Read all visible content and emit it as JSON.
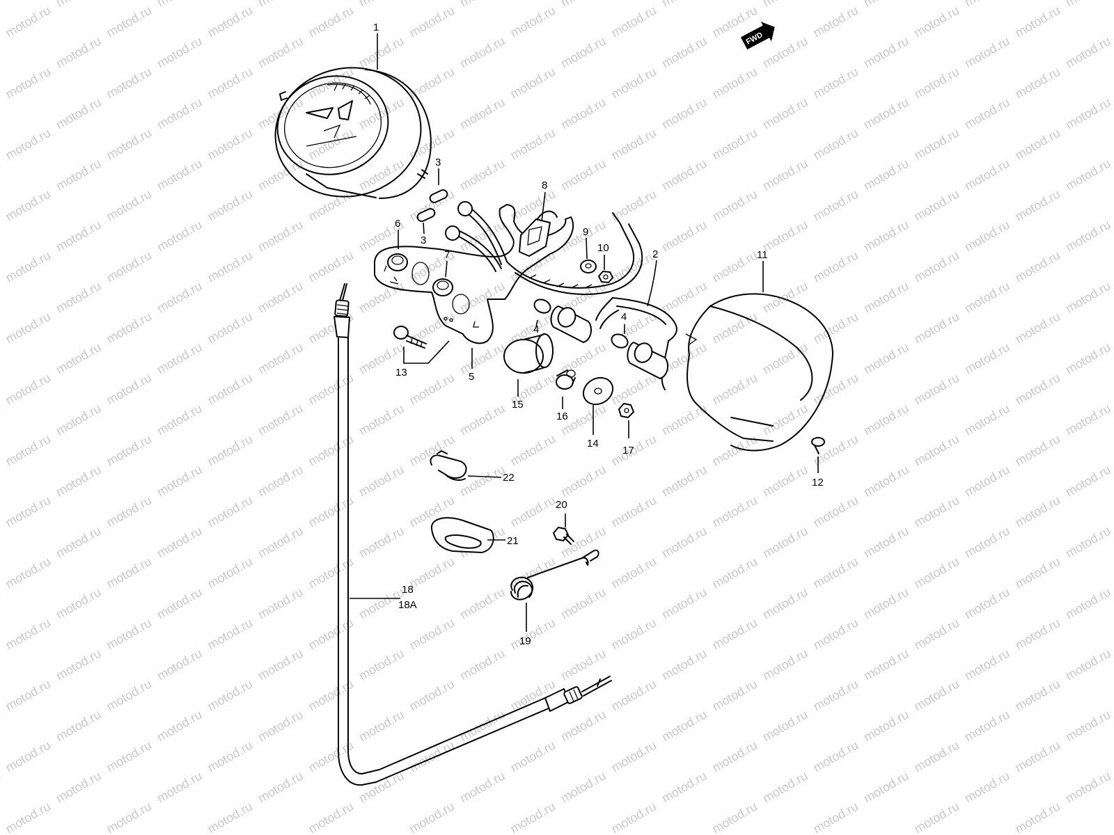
{
  "watermark": {
    "text": "motod.ru"
  },
  "direction_badge": {
    "text": "FWD"
  },
  "callouts": [
    {
      "id": "1",
      "label": "1"
    },
    {
      "id": "2",
      "label": "2"
    },
    {
      "id": "3a",
      "label": "3"
    },
    {
      "id": "3b",
      "label": "3"
    },
    {
      "id": "4a",
      "label": "4"
    },
    {
      "id": "4b",
      "label": "4"
    },
    {
      "id": "5",
      "label": "5"
    },
    {
      "id": "6",
      "label": "6"
    },
    {
      "id": "7",
      "label": "7"
    },
    {
      "id": "8",
      "label": "8"
    },
    {
      "id": "9",
      "label": "9"
    },
    {
      "id": "10",
      "label": "10"
    },
    {
      "id": "11",
      "label": "11"
    },
    {
      "id": "12",
      "label": "12"
    },
    {
      "id": "13",
      "label": "13"
    },
    {
      "id": "14",
      "label": "14"
    },
    {
      "id": "15",
      "label": "15"
    },
    {
      "id": "16",
      "label": "16"
    },
    {
      "id": "17",
      "label": "17"
    },
    {
      "id": "18",
      "label": "18"
    },
    {
      "id": "18A",
      "label": "18A"
    },
    {
      "id": "19",
      "label": "19"
    },
    {
      "id": "20",
      "label": "20"
    },
    {
      "id": "21",
      "label": "21"
    },
    {
      "id": "22",
      "label": "22"
    }
  ]
}
